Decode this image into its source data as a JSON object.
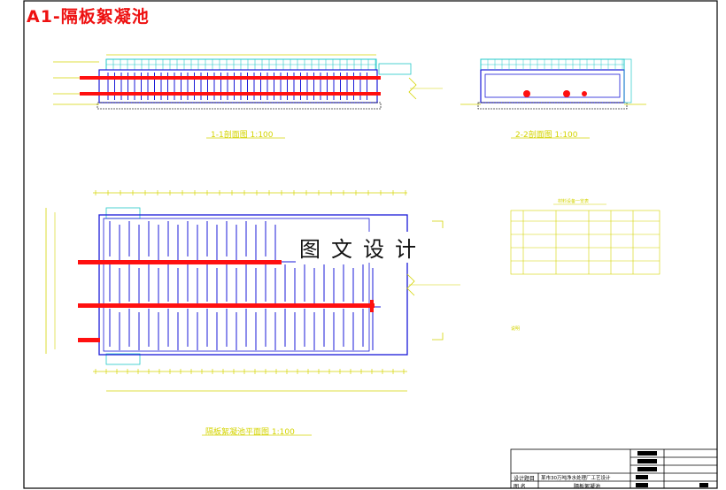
{
  "drawing": {
    "title": "A1-隔板絮凝池",
    "watermark": "图文设计",
    "captions": {
      "section_1": "1-1剖面图 1:100",
      "section_2": "2-2剖面图 1:100",
      "plan": "隔板絮凝池平面图 1:100",
      "table_title": "材料设备一览表",
      "notes_title": "说明"
    },
    "title_block": {
      "designer_label": "设计题目",
      "project": "某市30万吨净水处理厂工艺设计",
      "drawing_label": "图 名",
      "drawing_name": "隔板絮凝池"
    },
    "colors": {
      "frame": "#000000",
      "drawing": "#1a1ad8",
      "pipe": "#ff1010",
      "dimension": "#d4d400",
      "water": "#22c8c8",
      "title": "#e11111"
    }
  }
}
